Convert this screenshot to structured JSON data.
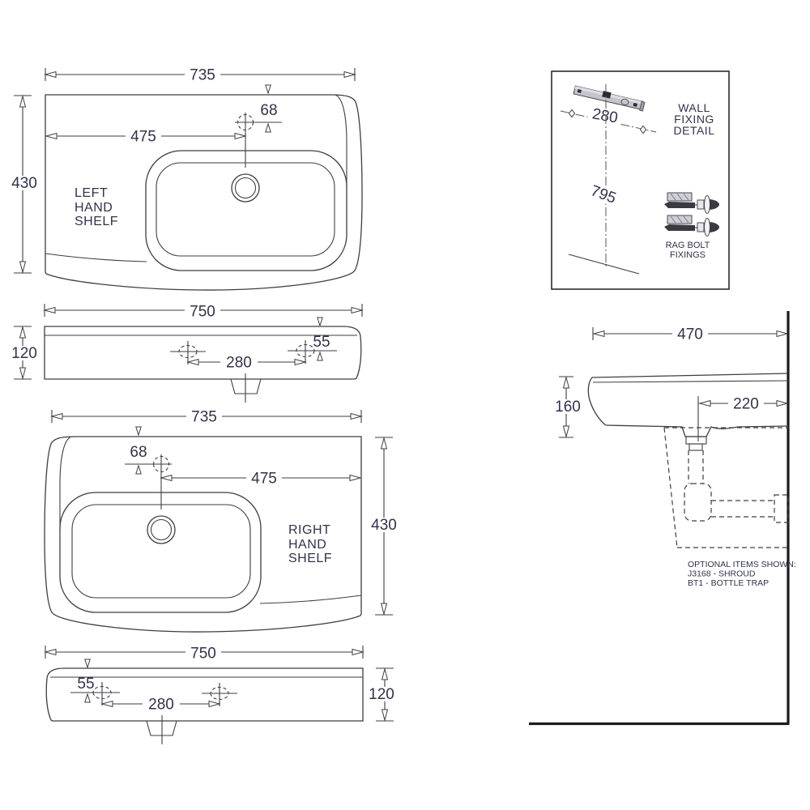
{
  "colors": {
    "line": "#3d3d46",
    "text": "#32324a",
    "thick_line": "#1c1c1f",
    "metal_light": "#d8d8df",
    "metal_mid": "#c4c4cc",
    "metal_dark": "#3a3a42",
    "background": "#ffffff"
  },
  "views": {
    "plan_lh": {
      "width": "735",
      "depth": "430",
      "tap_setback": "68",
      "tap_centre_from_edge": "475",
      "shelf": [
        "LEFT",
        "HAND",
        "SHELF"
      ]
    },
    "front_lh": {
      "width": "750",
      "height": "120",
      "hole_setback": "55",
      "hole_centres": "280"
    },
    "plan_rh": {
      "width": "735",
      "depth": "430",
      "tap_setback": "68",
      "tap_centre_from_edge": "475",
      "shelf": [
        "RIGHT",
        "HAND",
        "SHELF"
      ]
    },
    "front_rh": {
      "width": "750",
      "height": "120",
      "hole_setback": "55",
      "hole_centres": "280"
    },
    "wall_fixing": {
      "title": [
        "WALL",
        "FIXING",
        "DETAIL"
      ],
      "bracket_hole_centres": "280",
      "fixing_height": "795",
      "caption": [
        "RAG BOLT",
        "FIXINGS"
      ]
    },
    "side": {
      "depth": "470",
      "rim_to_waste": "160",
      "waste_to_wall": "220",
      "notes": [
        "OPTIONAL ITEMS SHOWN:",
        "J3168 - SHROUD",
        "BT1 - BOTTLE TRAP"
      ]
    }
  }
}
